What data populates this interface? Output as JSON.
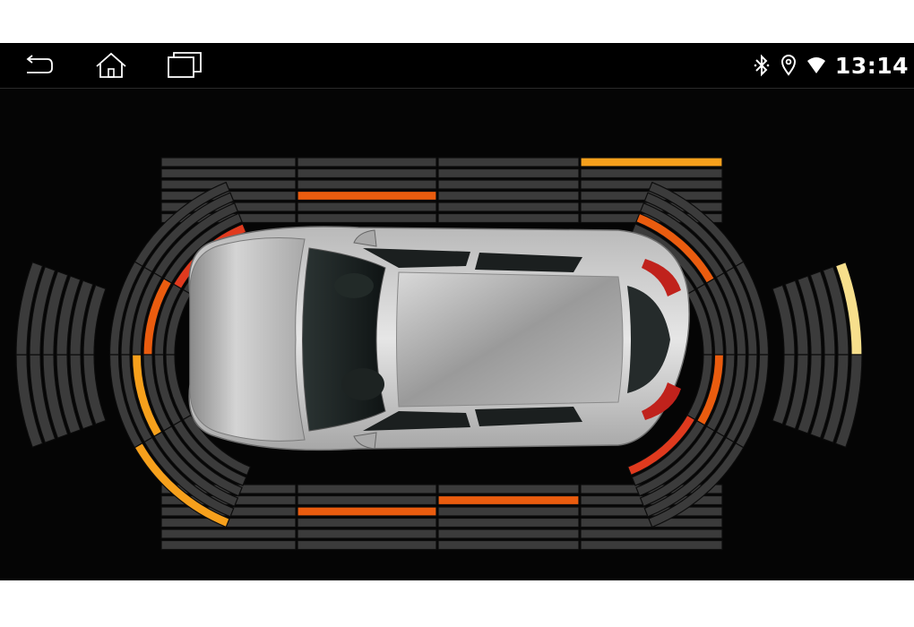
{
  "status_bar": {
    "time": "13:14",
    "nav_buttons": [
      {
        "name": "back",
        "icon": "back-arrow-icon"
      },
      {
        "name": "home",
        "icon": "home-icon"
      },
      {
        "name": "recents",
        "icon": "recent-apps-icon"
      }
    ],
    "status_icons": [
      "bluetooth-icon",
      "location-icon",
      "wifi-icon"
    ]
  },
  "parking_sensor": {
    "colors": {
      "segment_idle": "#3b3b3b",
      "segment_line": "#0c0c0c",
      "critical": "#e03a1e",
      "near": "#ea5c0f",
      "mid": "#f6a01c",
      "far": "#f7df8c"
    },
    "front_sensors": [
      {
        "name": "front-left-corner",
        "active_ring": 2,
        "level": "critical"
      },
      {
        "name": "front-left",
        "active_ring": 3,
        "level": "near"
      },
      {
        "name": "front-right",
        "active_ring": 4,
        "level": "mid"
      },
      {
        "name": "front-right-corner",
        "active_ring": 5,
        "level": "mid"
      }
    ],
    "left_sensors": [
      {
        "name": "left-front",
        "active_ring": 3,
        "level": "near"
      },
      {
        "name": "left-mid-front",
        "active_ring": 4,
        "level": "near"
      },
      {
        "name": "left-mid-rear",
        "active_ring": 0,
        "level": "none"
      },
      {
        "name": "left-rear",
        "active_ring": 0,
        "level": "none"
      }
    ],
    "right_sensors": [
      {
        "name": "right-front",
        "active_ring": 0,
        "level": "none"
      },
      {
        "name": "right-mid-front",
        "active_ring": 0,
        "level": "none"
      },
      {
        "name": "right-mid-rear",
        "active_ring": 4,
        "level": "mid"
      },
      {
        "name": "right-rear",
        "active_ring": 5,
        "level": "mid"
      }
    ],
    "rear_sensors": [
      {
        "name": "rear-left-corner",
        "active_ring": 0,
        "level": "none"
      },
      {
        "name": "rear-left",
        "active_ring": 3,
        "level": "near"
      },
      {
        "name": "rear-right",
        "active_ring": 2,
        "level": "near"
      },
      {
        "name": "rear-right-corner",
        "active_ring": 2,
        "level": "critical"
      }
    ],
    "far_sensor": {
      "name": "right-far",
      "active_ring": 6,
      "level": "far"
    },
    "rings": 6
  }
}
